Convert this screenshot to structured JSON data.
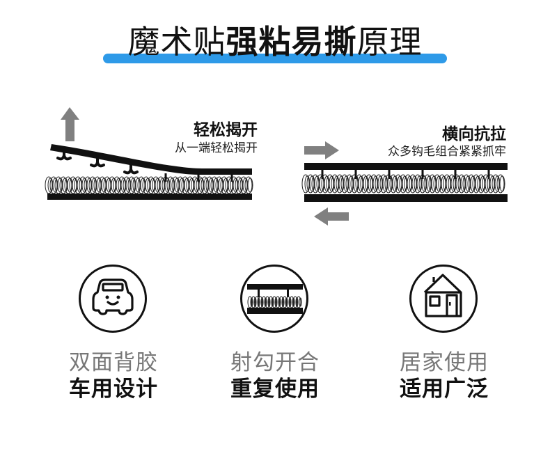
{
  "header": {
    "title_part1": "魔术贴",
    "title_part2": "强粘易撕",
    "title_part3": "原理",
    "accent_color": "#2e9ae8"
  },
  "panels": [
    {
      "id": "peel",
      "title": "轻松揭开",
      "subtitle": "从一端轻松揭开",
      "arrow": "up-arrow"
    },
    {
      "id": "shear",
      "title": "横向抗拉",
      "subtitle": "众多钩毛组合紧紧抓牢",
      "arrows": [
        "right-arrow",
        "left-arrow"
      ]
    }
  ],
  "features": [
    {
      "icon": "car-icon",
      "line1": "双面背胶",
      "line2": "车用设计"
    },
    {
      "icon": "hook-loop-icon",
      "line1": "射勾开合",
      "line2": "重复使用"
    },
    {
      "icon": "house-icon",
      "line1": "居家使用",
      "line2": "适用广泛"
    }
  ],
  "colors": {
    "arrow": "#808080",
    "ink": "#111111"
  }
}
